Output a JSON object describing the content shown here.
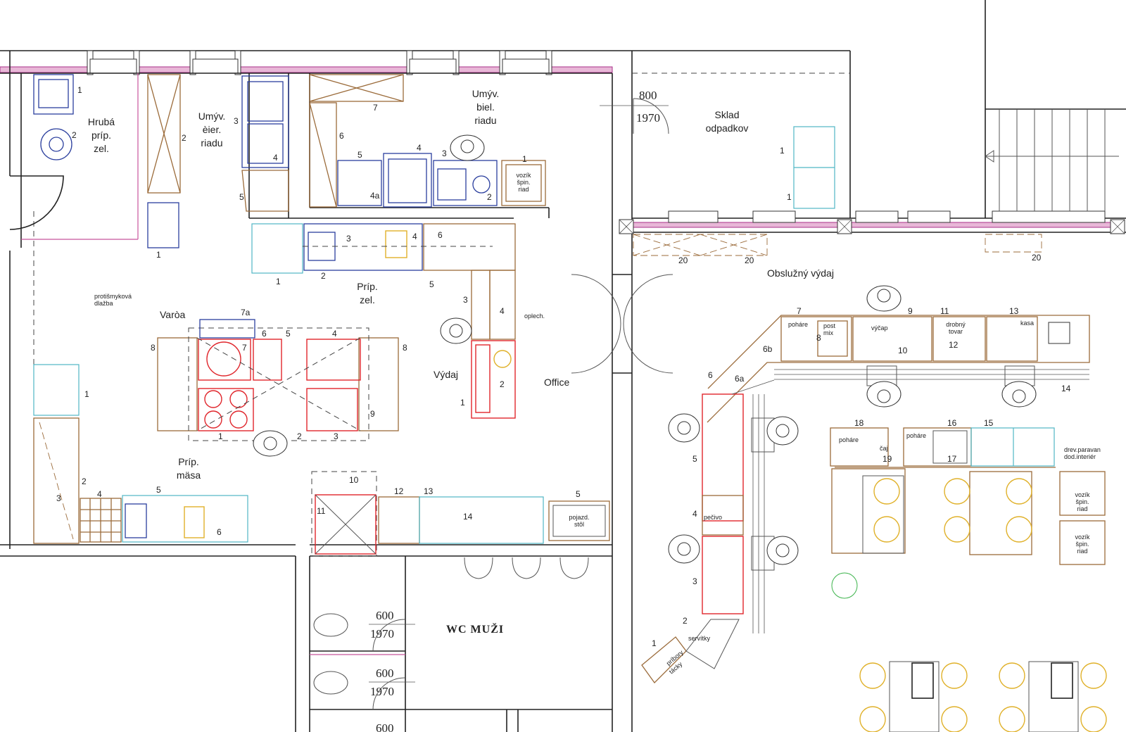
{
  "rooms": {
    "hruba": [
      "Hrubá",
      "príp.",
      "zel."
    ],
    "umyv_cier": [
      "Umýv.",
      "èier.",
      "riadu"
    ],
    "umyv_biel": [
      "Umýv.",
      "biel.",
      "riadu"
    ],
    "sklad": [
      "Sklad",
      "odpadkov"
    ],
    "obsluzny": "Obslužný výdaj",
    "prip_zel": [
      "Príp.",
      "zel."
    ],
    "varna": "Varòa",
    "vydaj": "Výdaj",
    "office": "Office",
    "prip_masa": [
      "Príp.",
      "mäsa"
    ],
    "wc": "WC  MUŽI"
  },
  "door_tags": {
    "d1": [
      "800",
      "1970"
    ],
    "d2": [
      "600",
      "1970"
    ],
    "d3": [
      "600",
      "1970"
    ],
    "d4": "600"
  },
  "labels": {
    "protismyk": [
      "protišmyková",
      "dlažba"
    ],
    "vozik1": [
      "vozík",
      "špin.",
      "riad"
    ],
    "vozik2": [
      "vozík",
      "špin.",
      "riad"
    ],
    "vozik3": [
      "vozík",
      "špin.",
      "riad"
    ],
    "oplech": "oplech.",
    "pojazd": [
      "pojazd.",
      "stôl"
    ],
    "pohare1": "poháre",
    "post_mix": [
      "post",
      "mix"
    ],
    "vycap": "výčap",
    "drobny": [
      "drobný",
      "tovar"
    ],
    "kasa": "kasa",
    "pohare2": "poháre",
    "caj": "čaj",
    "pohare3": "poháre",
    "drev": [
      "drev.paravan",
      "dod.interiér"
    ],
    "pecivo": "pečivo",
    "servitky": "servítky",
    "pribory": [
      "príbory",
      "tácky"
    ]
  },
  "numbers": {
    "n1": "1",
    "n2": "2",
    "n3": "3",
    "n4": "4",
    "n5": "5",
    "n6": "6",
    "n7": "7",
    "n8": "8",
    "n9": "9",
    "n10": "10",
    "n11": "11",
    "n12": "12",
    "n13": "13",
    "n14": "14",
    "n15": "15",
    "n16": "16",
    "n17": "17",
    "n18": "18",
    "n19": "19",
    "n20": "20",
    "n4a": "4a",
    "n7a": "7a",
    "n6a": "6a",
    "n6b": "6b"
  },
  "colors": {
    "wall": "#222222",
    "facade_band": "#e8b7d7",
    "blue_equipment": "#2b3f9e",
    "red_equipment": "#e0262c",
    "brown_furniture": "#9b6b3a",
    "cyan_cooling": "#4fb6c4",
    "yellow_items": "#e0b12a"
  }
}
